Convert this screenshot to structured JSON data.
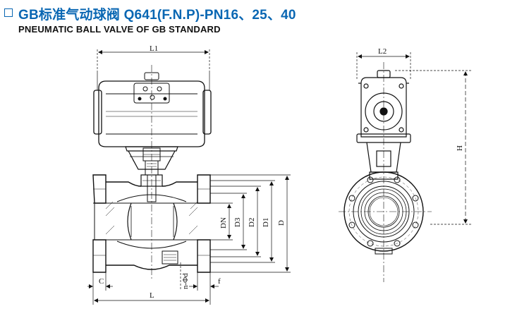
{
  "header": {
    "title": "GB标准气动球阀  Q641(F.N.P)-PN16、25、40",
    "subtitle": "PNEUMATIC BALL VALVE OF GB STANDARD",
    "title_color": "#0a67b3"
  },
  "front_view": {
    "dims": {
      "L1": "L1",
      "L": "L",
      "C": "C",
      "DN": "DN",
      "D3": "D3",
      "D2": "D2",
      "D1": "D1",
      "D": "D",
      "f": "f",
      "n_d": "n-Φd"
    }
  },
  "side_view": {
    "dims": {
      "L2": "L2",
      "H": "H"
    }
  },
  "icons": {
    "title_box": "square-outline-icon"
  }
}
